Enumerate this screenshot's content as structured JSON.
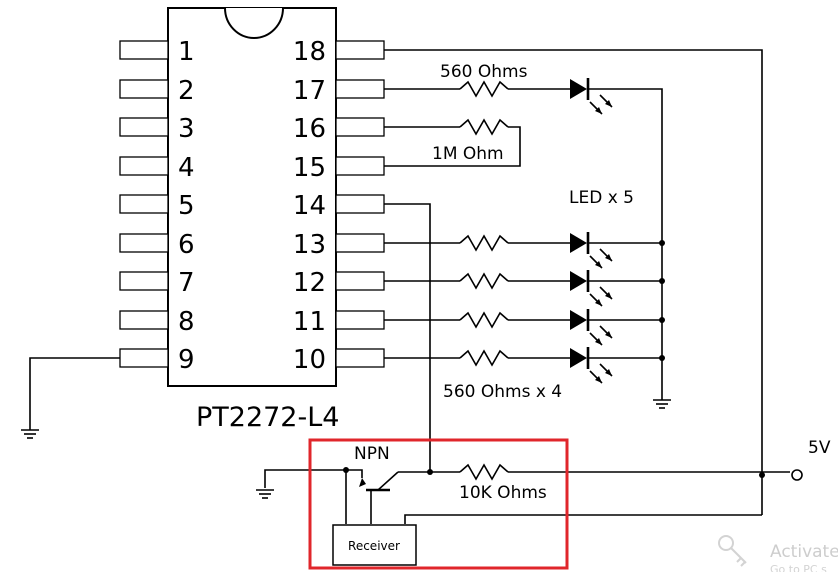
{
  "chip": {
    "name": "PT2272-L4",
    "left_pins": [
      "1",
      "2",
      "3",
      "4",
      "5",
      "6",
      "7",
      "8",
      "9"
    ],
    "right_pins": [
      "18",
      "17",
      "16",
      "15",
      "14",
      "13",
      "12",
      "11",
      "10"
    ]
  },
  "labels": {
    "r17": "560 Ohms",
    "r16": "1M Ohm",
    "led_count": "LED x 5",
    "r_led_group": "560 Ohms x 4",
    "transistor": "NPN",
    "r_base": "10K Ohms",
    "supply": "5V",
    "receiver": "Receiver"
  },
  "highlight": {
    "color": "#e0262b"
  },
  "watermark": {
    "line1": "Activate",
    "line2": "Go to PC s"
  }
}
